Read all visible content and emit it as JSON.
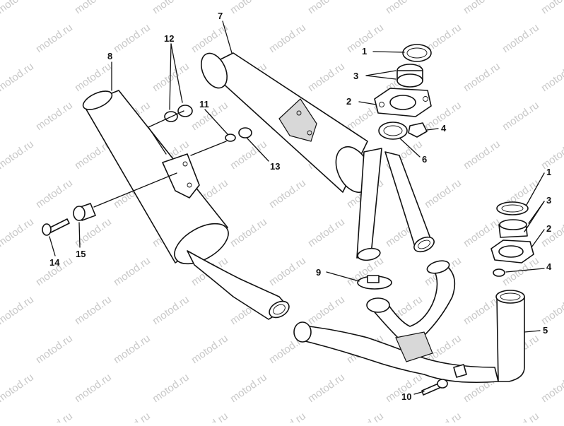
{
  "watermark": "motod.ru",
  "colors": {
    "line": "#111111",
    "background": "#ffffff",
    "watermark": "#c8c8c8"
  },
  "callouts": [
    {
      "id": "c1a",
      "label": "1"
    },
    {
      "id": "c3a",
      "label": "3"
    },
    {
      "id": "c2a",
      "label": "2"
    },
    {
      "id": "c4a",
      "label": "4"
    },
    {
      "id": "c6",
      "label": "6"
    },
    {
      "id": "c7",
      "label": "7"
    },
    {
      "id": "c8",
      "label": "8"
    },
    {
      "id": "c12",
      "label": "12"
    },
    {
      "id": "c11",
      "label": "11"
    },
    {
      "id": "c13",
      "label": "13"
    },
    {
      "id": "c14",
      "label": "14"
    },
    {
      "id": "c15",
      "label": "15"
    },
    {
      "id": "c9",
      "label": "9"
    },
    {
      "id": "c1b",
      "label": "1"
    },
    {
      "id": "c3b",
      "label": "3"
    },
    {
      "id": "c2b",
      "label": "2"
    },
    {
      "id": "c4b",
      "label": "4"
    },
    {
      "id": "c5",
      "label": "5"
    },
    {
      "id": "c10",
      "label": "10"
    }
  ]
}
